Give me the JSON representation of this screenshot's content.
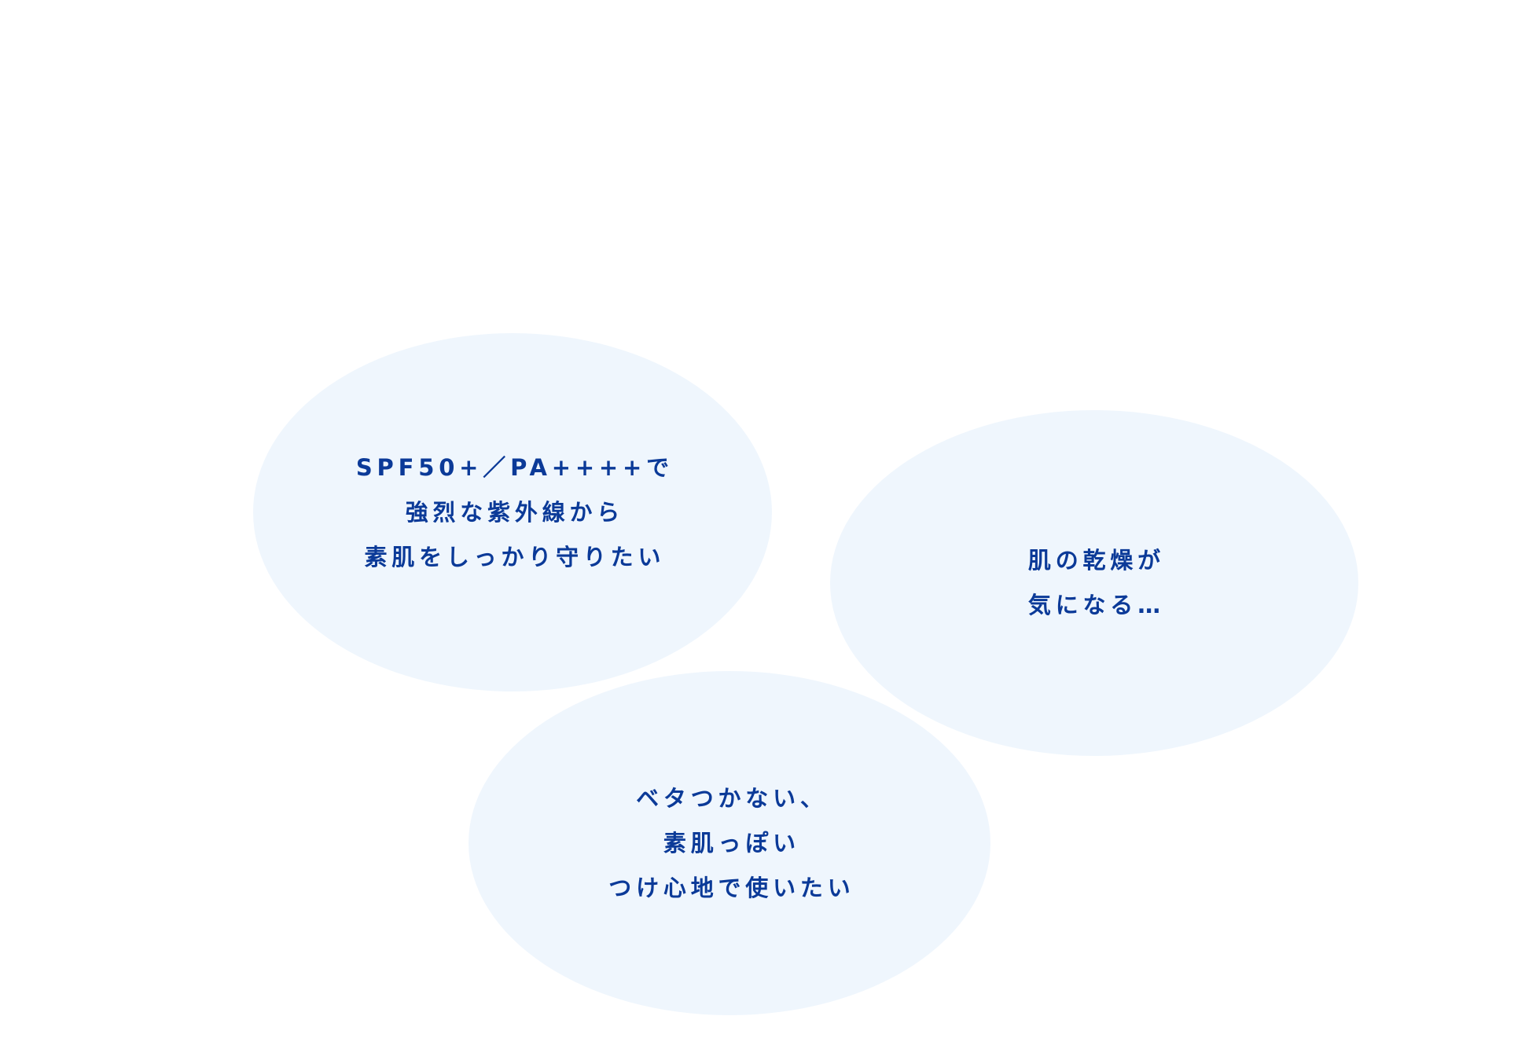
{
  "colors": {
    "background": "#ffffff",
    "bubble_fill": "#eff6fd",
    "text": "#0b3a98"
  },
  "bubbles": [
    {
      "lines": [
        "SPF50+／PA++++で",
        "強烈な紫外線から",
        "素肌をしっかり守りたい"
      ]
    },
    {
      "lines": [
        "肌の乾燥が",
        "気になる…"
      ]
    },
    {
      "lines": [
        "ベタつかない、",
        "素肌っぽい",
        "つけ心地で使いたい"
      ]
    }
  ]
}
